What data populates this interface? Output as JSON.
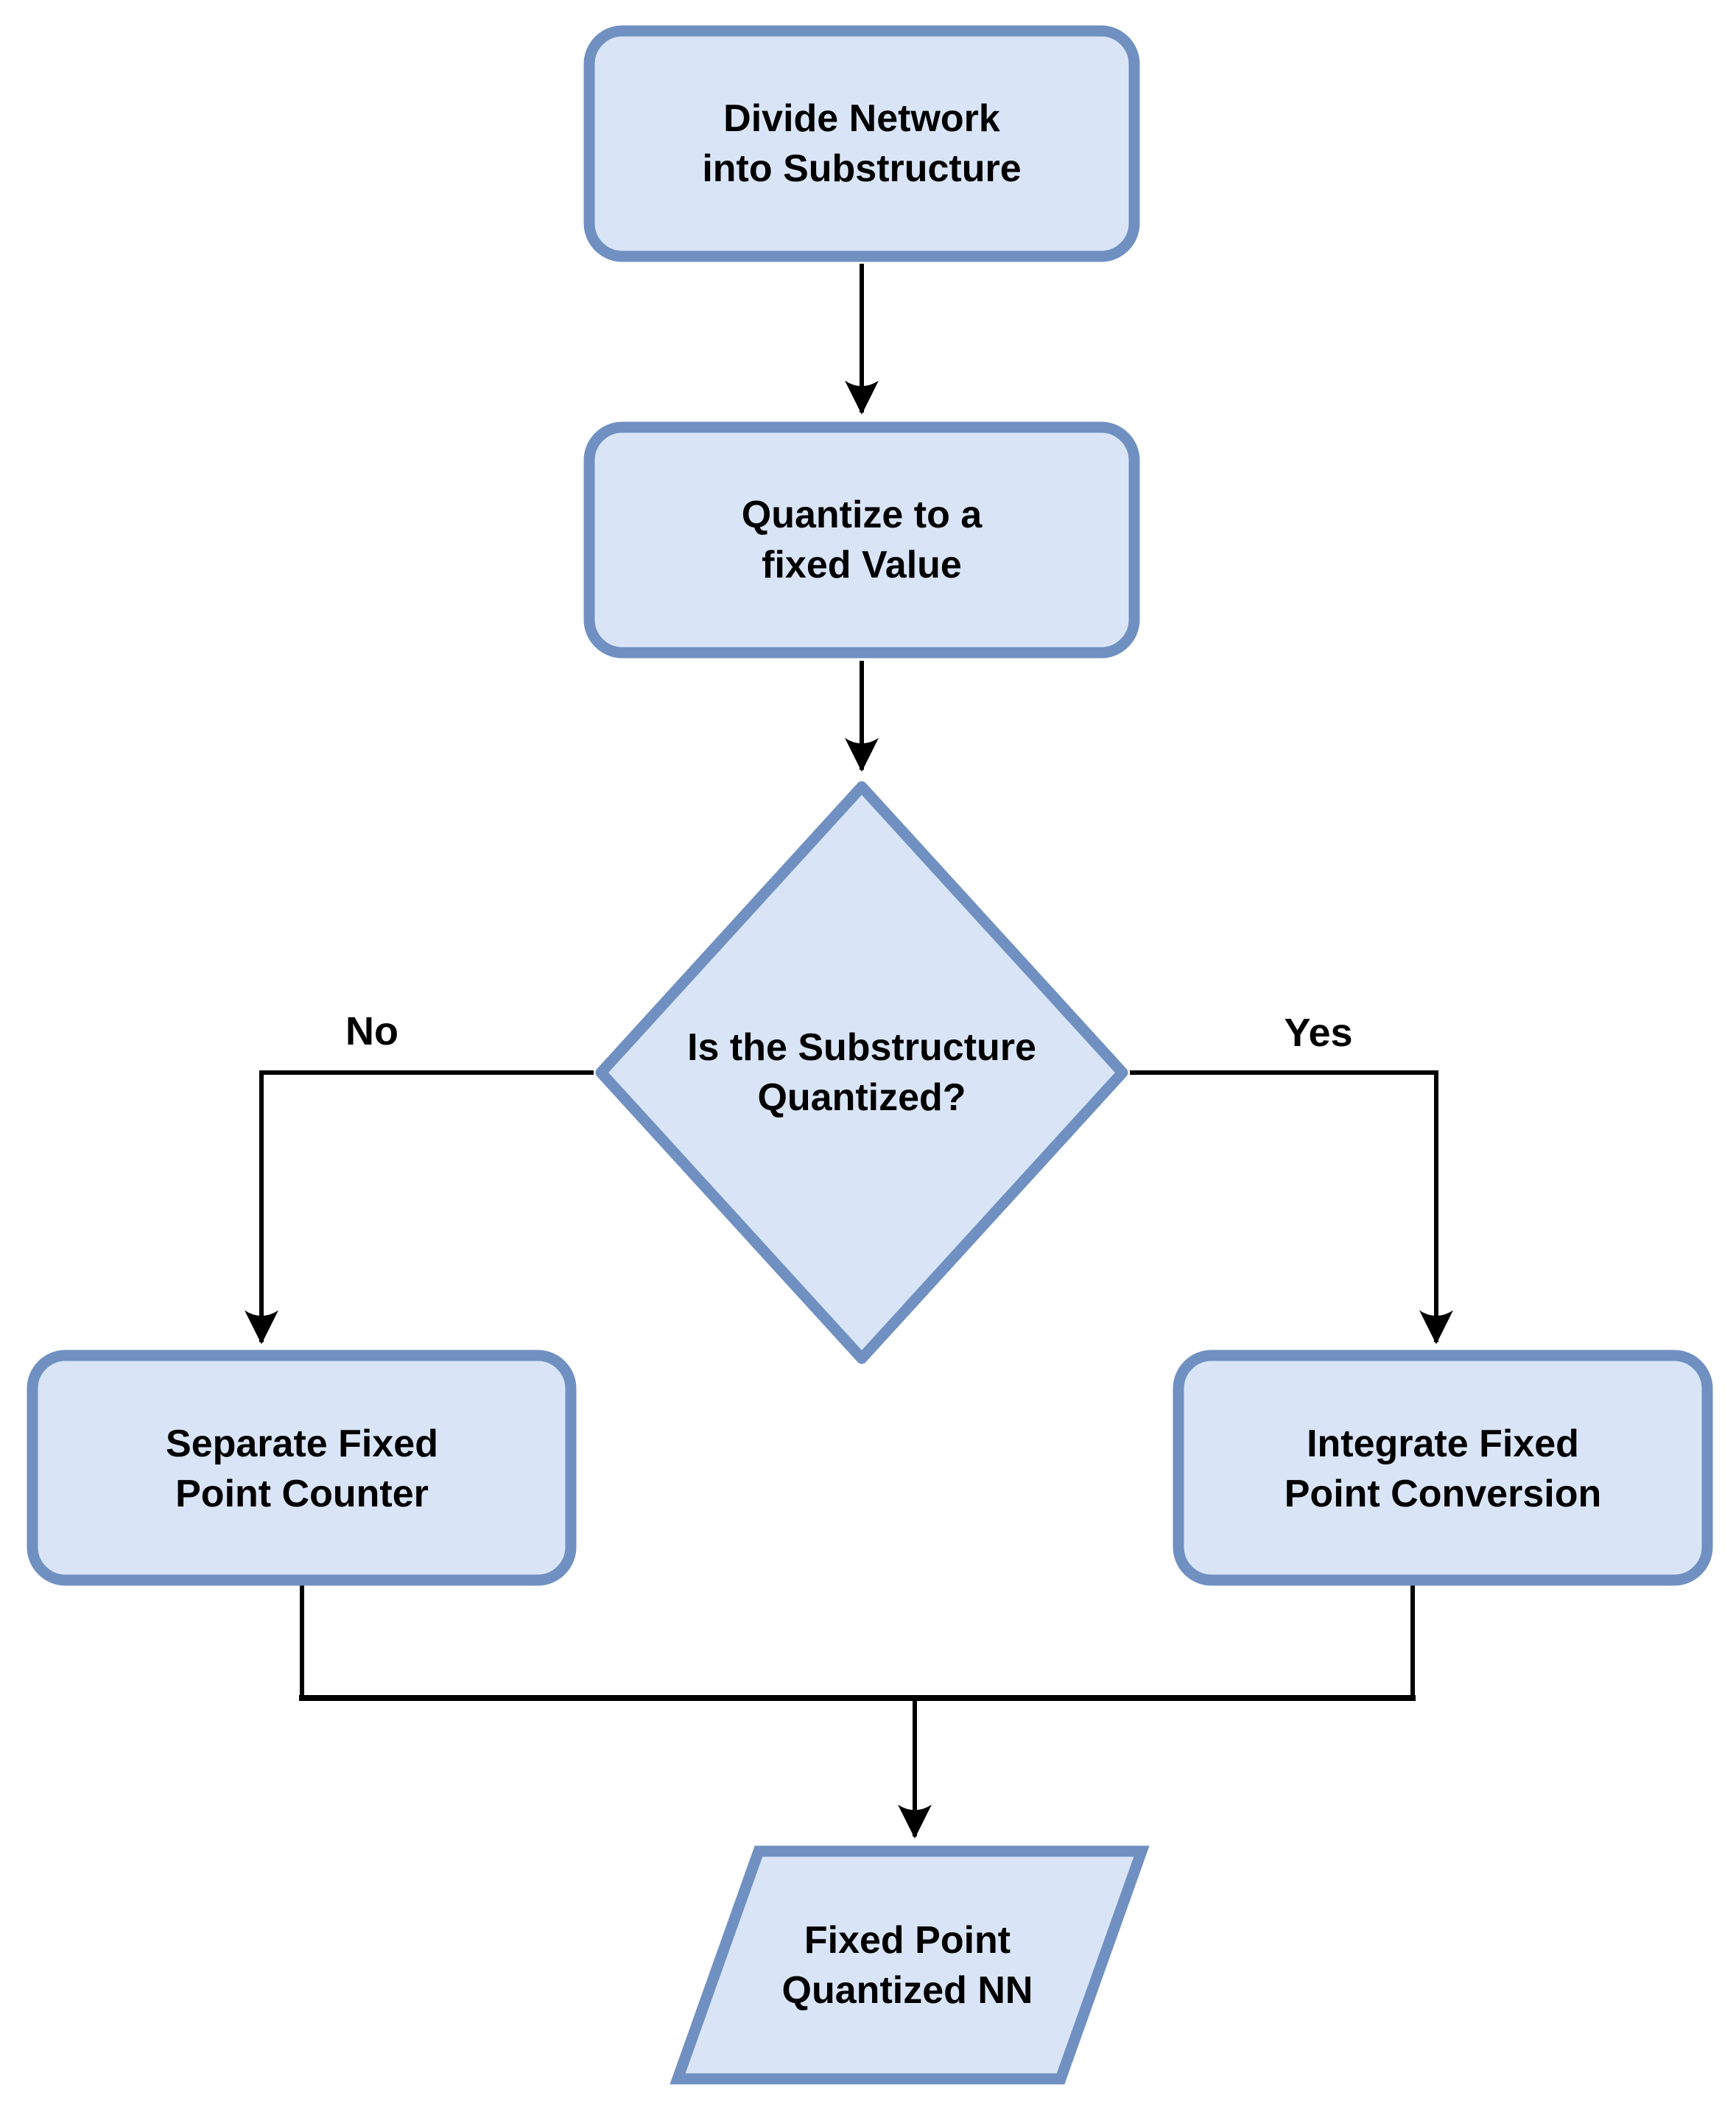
{
  "colors": {
    "node_fill": "#d9e5f7",
    "node_border": "#7090c2",
    "edge_color": "#000000",
    "text_color": "#000000",
    "background": "#ffffff"
  },
  "flowchart": {
    "nodes": {
      "divide": {
        "type": "process",
        "lines": [
          "Divide Network",
          "into Substructure"
        ]
      },
      "quantize": {
        "type": "process",
        "lines": [
          "Quantize to a",
          "fixed Value"
        ]
      },
      "decision": {
        "type": "decision",
        "lines": [
          "Is the Substructure",
          "Quantized?"
        ]
      },
      "separate": {
        "type": "process",
        "lines": [
          "Separate Fixed",
          "Point Counter"
        ]
      },
      "integrate": {
        "type": "process",
        "lines": [
          "Integrate Fixed",
          "Point Conversion"
        ]
      },
      "output": {
        "type": "input-output",
        "lines": [
          "Fixed Point",
          "Quantized NN"
        ]
      }
    },
    "edge_labels": {
      "no": "No",
      "yes": "Yes"
    }
  }
}
